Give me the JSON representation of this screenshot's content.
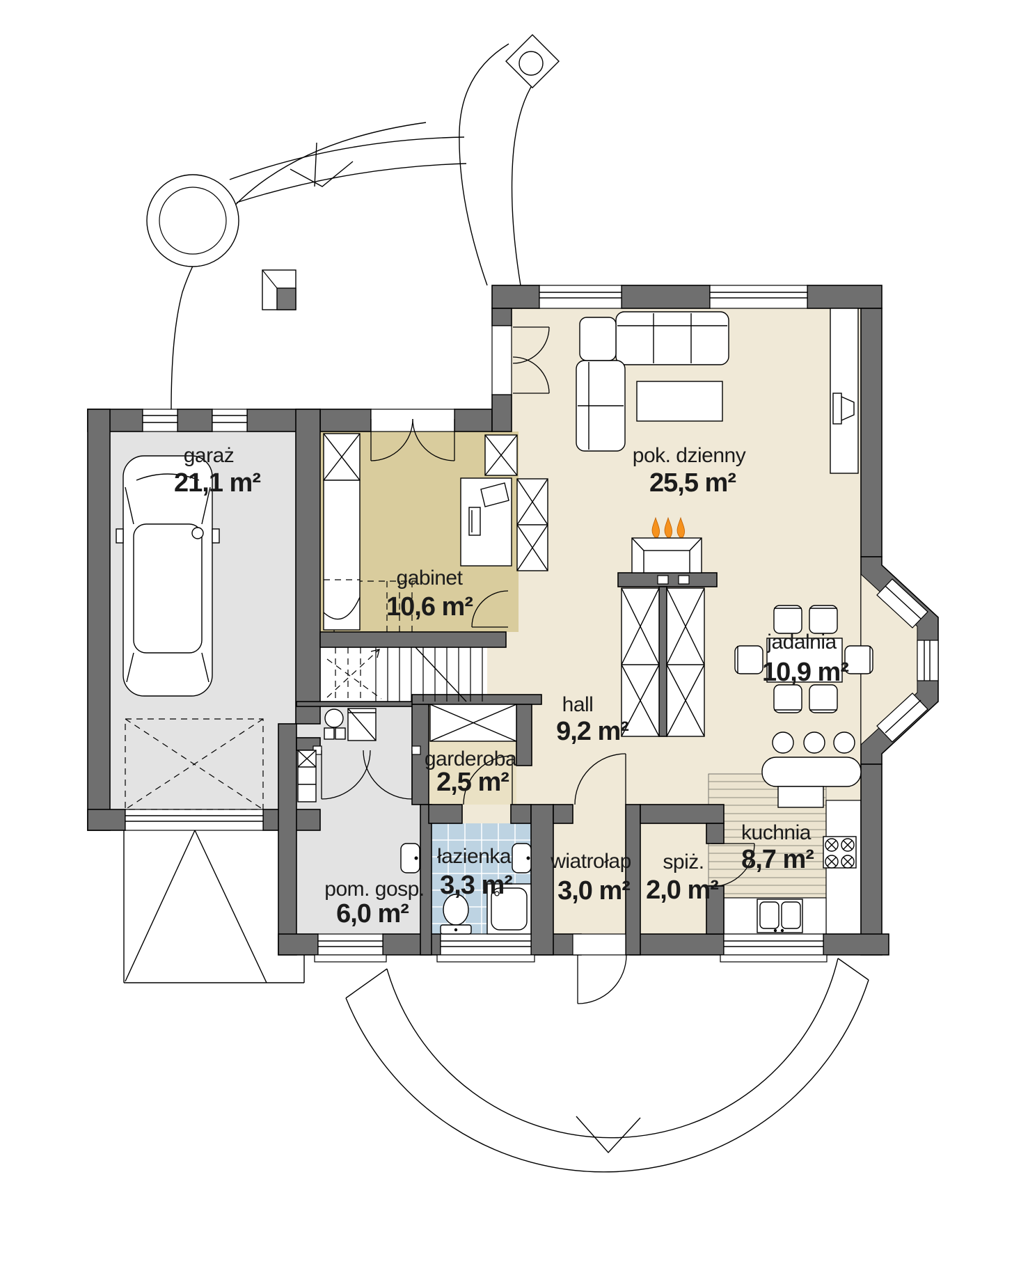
{
  "rooms": [
    {
      "name": "garaż",
      "area": "21,1 m²"
    },
    {
      "name": "gabinet",
      "area": "10,6 m²"
    },
    {
      "name": "pok. dzienny",
      "area": "25,5 m²"
    },
    {
      "name": "jadalnia",
      "area": "10,9 m²"
    },
    {
      "name": "hall",
      "area": "9,2 m²"
    },
    {
      "name": "garderoba",
      "area": "2,5 m²"
    },
    {
      "name": "łazienka",
      "area": "3,3 m²"
    },
    {
      "name": "pom. gosp.",
      "area": "6,0 m²"
    },
    {
      "name": "wiatrołap",
      "area": "3,0 m²"
    },
    {
      "name": "spiż.",
      "area": "2,0 m²"
    },
    {
      "name": "kuchnia",
      "area": "8,7 m²"
    }
  ],
  "colors": {
    "wall": "#6f6f6f",
    "floor_living": "#f0e9d7",
    "floor_office": "#d9cc9d",
    "floor_wardrobe": "#eae1c4",
    "floor_bath": "#bdd3e2",
    "floor_garage": "#e3e3e3",
    "flame_accent": "#f6921e"
  }
}
